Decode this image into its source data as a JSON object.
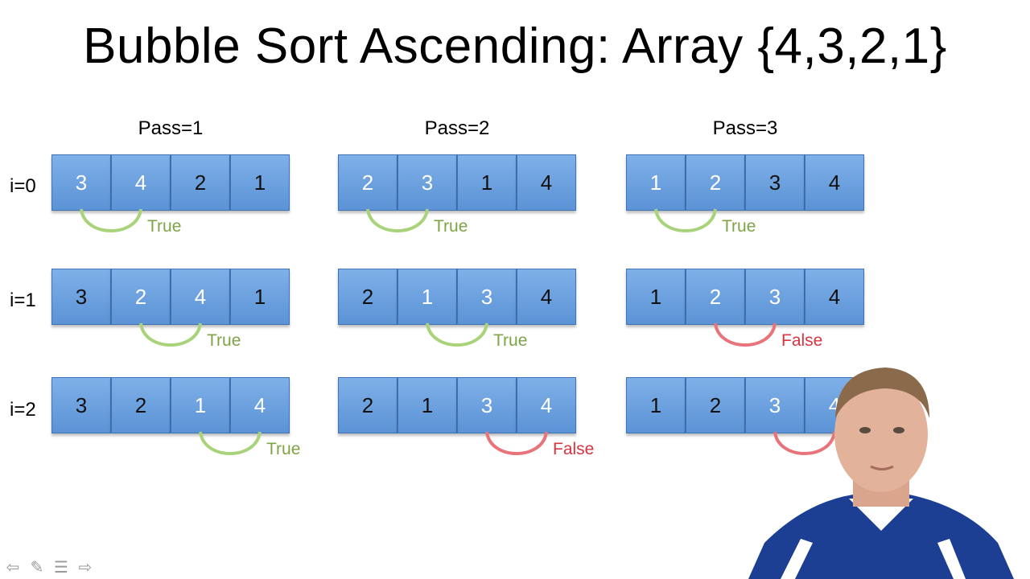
{
  "title": "Bubble Sort Ascending: Array {4,3,2,1}",
  "passes": [
    {
      "label": "Pass=1",
      "rows": [
        {
          "cells": [
            "3",
            "4",
            "2",
            "1"
          ],
          "compare": 0,
          "result": "True"
        },
        {
          "cells": [
            "3",
            "2",
            "4",
            "1"
          ],
          "compare": 1,
          "result": "True"
        },
        {
          "cells": [
            "3",
            "2",
            "1",
            "4"
          ],
          "compare": 2,
          "result": "True"
        }
      ]
    },
    {
      "label": "Pass=2",
      "rows": [
        {
          "cells": [
            "2",
            "3",
            "1",
            "4"
          ],
          "compare": 0,
          "result": "True"
        },
        {
          "cells": [
            "2",
            "1",
            "3",
            "4"
          ],
          "compare": 1,
          "result": "True"
        },
        {
          "cells": [
            "2",
            "1",
            "3",
            "4"
          ],
          "compare": 2,
          "result": "False"
        }
      ]
    },
    {
      "label": "Pass=3",
      "rows": [
        {
          "cells": [
            "1",
            "2",
            "3",
            "4"
          ],
          "compare": 0,
          "result": "True"
        },
        {
          "cells": [
            "1",
            "2",
            "3",
            "4"
          ],
          "compare": 1,
          "result": "False"
        },
        {
          "cells": [
            "1",
            "2",
            "3",
            "4"
          ],
          "compare": 2,
          "result": "F"
        }
      ]
    }
  ],
  "row_labels": [
    "i=0",
    "i=1",
    "i=2"
  ],
  "colors": {
    "cell_fill": "#6a9fdf",
    "true": "#7ea446",
    "false": "#d8353f",
    "true_arc": "#a9d37a",
    "false_arc": "#e8737a"
  },
  "nav_icons": [
    "arrow-left-icon",
    "pen-icon",
    "menu-icon",
    "arrow-right-icon"
  ]
}
